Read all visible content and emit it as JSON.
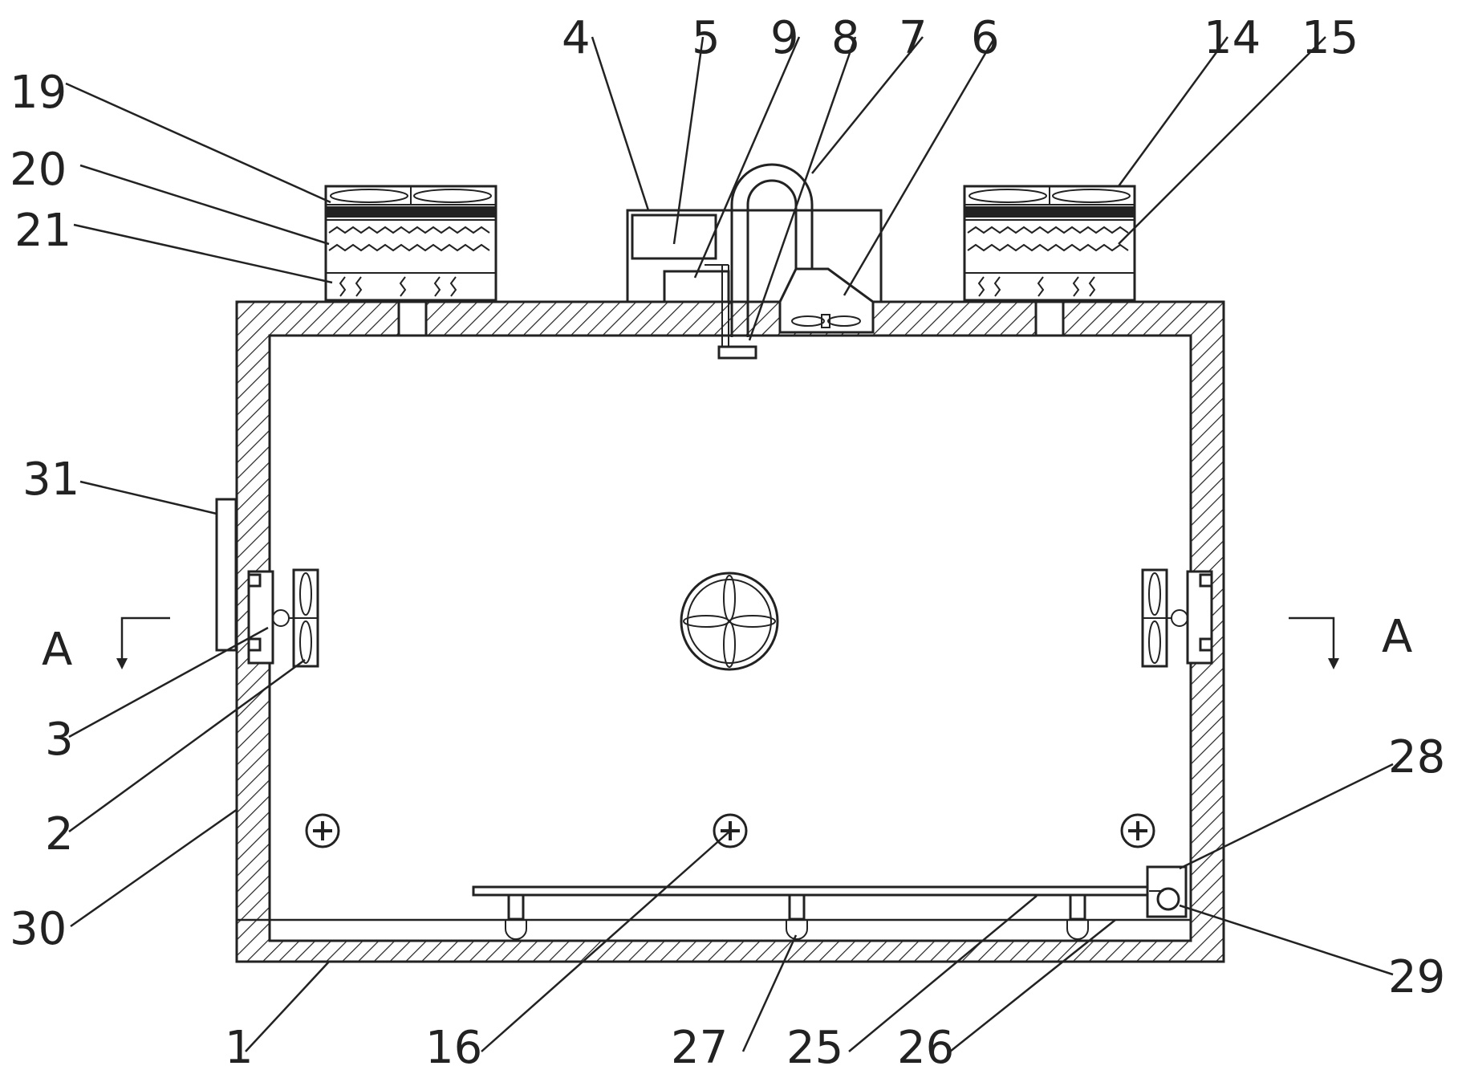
{
  "labels": {
    "l1": "1",
    "l2": "2",
    "l3": "3",
    "l4": "4",
    "l5": "5",
    "l6": "6",
    "l7": "7",
    "l8": "8",
    "l9": "9",
    "l14": "14",
    "l15": "15",
    "l16": "16",
    "l19": "19",
    "l20": "20",
    "l21": "21",
    "l25": "25",
    "l26": "26",
    "l27": "27",
    "l28": "28",
    "l29": "29",
    "l30": "30",
    "l31": "31",
    "section_left": "A",
    "section_right": "A"
  }
}
